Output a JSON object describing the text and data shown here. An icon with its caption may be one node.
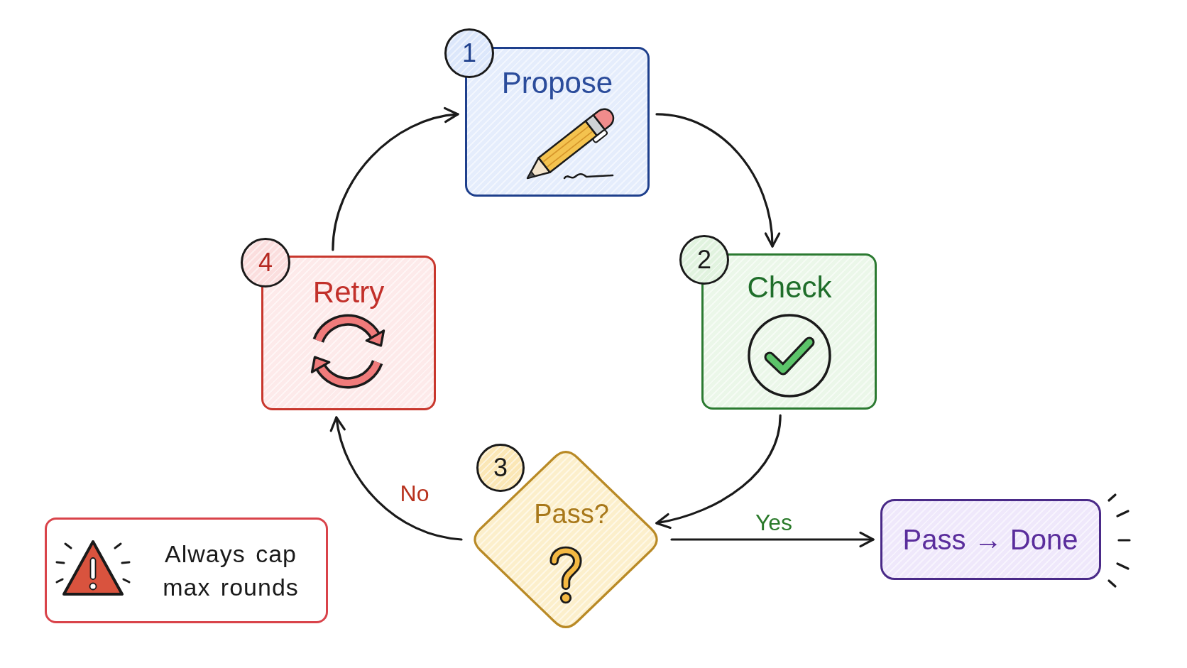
{
  "diagram": {
    "nodes": [
      {
        "text": [
          "1"
        ]
      },
      {
        "text": [
          "Propose"
        ]
      },
      {
        "text": [
          "4"
        ]
      },
      {
        "text": [
          "Retry"
        ]
      },
      {
        "text": [
          "2"
        ]
      },
      {
        "text": [
          "Check"
        ]
      },
      {
        "text": [
          "3"
        ]
      },
      {
        "text": [
          "Pass?"
        ]
      },
      {
        "text": [
          "Pass → Done"
        ]
      },
      {
        "text": [
          "Always cap max rounds"
        ]
      }
    ],
    "edges": [
      {
        "from": 3,
        "to": 1,
        "arrow": "to"
      },
      {
        "from": 1,
        "to": 5,
        "arrow": "to"
      },
      {
        "from": 5,
        "to": 7,
        "arrow": "to"
      },
      {
        "from": 7,
        "to": 3,
        "arrow": "to",
        "label": "No"
      },
      {
        "from": 7,
        "to": 8,
        "arrow": "to",
        "label": "Yes"
      }
    ]
  }
}
